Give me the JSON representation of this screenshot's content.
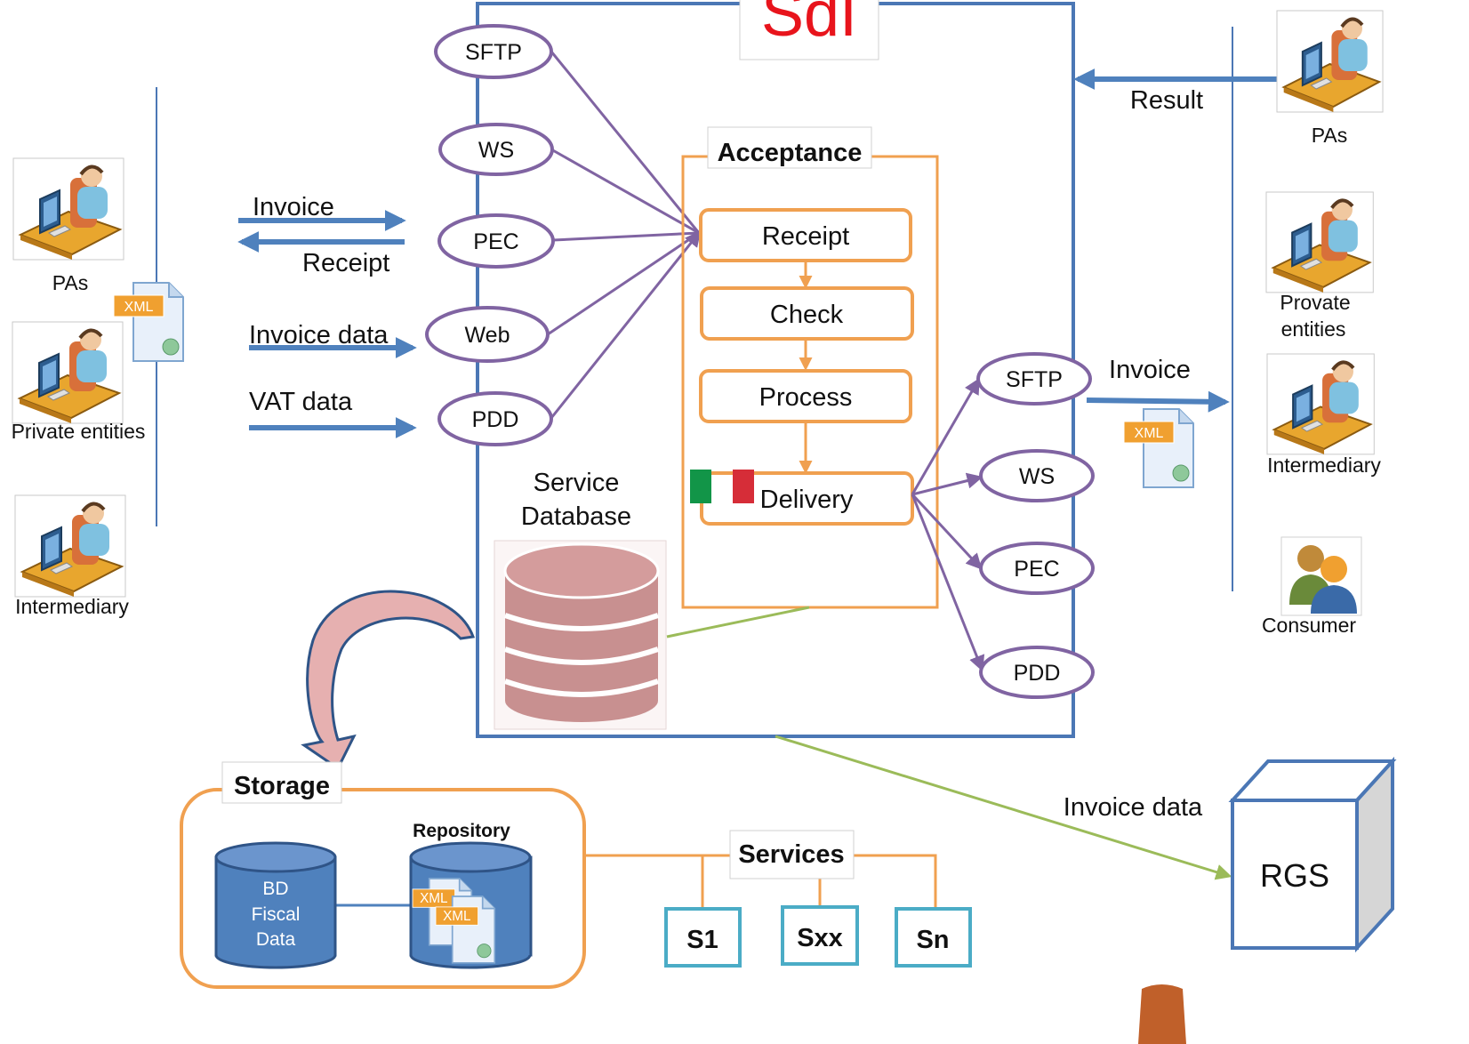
{
  "title": "SdI",
  "senders": {
    "pas": "PAs",
    "private_entities": "Private entities",
    "intermediary": "Intermediary",
    "xml_tag": "XML"
  },
  "input_flows": {
    "invoice": "Invoice",
    "receipt": "Receipt",
    "invoice_data": "Invoice data",
    "vat_data": "VAT data"
  },
  "channels_in": [
    "SFTP",
    "WS",
    "PEC",
    "Web",
    "PDD"
  ],
  "acceptance": {
    "title": "Acceptance",
    "steps": [
      "Receipt",
      "Check",
      "Process",
      "Delivery"
    ]
  },
  "flag_colors": {
    "green": "#129548",
    "red": "#d62d38"
  },
  "service_database": {
    "line1": "Service",
    "line2": "Database"
  },
  "channels_out": [
    "SFTP",
    "WS",
    "PEC",
    "PDD"
  ],
  "recipients": {
    "result": "Result",
    "invoice": "Invoice",
    "xml_tag": "XML",
    "pas": "PAs",
    "provate_entities_line1": "Provate",
    "provate_entities_line2": "entities",
    "intermediary": "Intermediary",
    "consumer": "Consumer"
  },
  "storage": {
    "title": "Storage",
    "bd_line1": "BD",
    "bd_line2": "Fiscal",
    "bd_line3": "Data",
    "repository": "Repository",
    "xml_tag": "XML"
  },
  "services": {
    "title": "Services",
    "items": [
      "S1",
      "Sxx",
      "Sn"
    ]
  },
  "rgs": {
    "label": "RGS",
    "flow_label": "Invoice data"
  },
  "colors": {
    "frame_blue": "#4b77b5",
    "arrow_blue": "#4f81bd",
    "oval_purple": "#8064a2",
    "orange": "#f0a050",
    "green_line": "#9bbb59",
    "title_red": "#e8141c",
    "db_pink": "#c89090",
    "teal": "#4bacc6"
  }
}
